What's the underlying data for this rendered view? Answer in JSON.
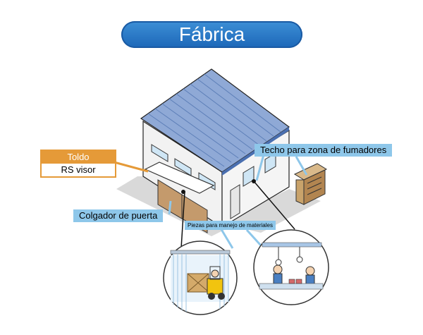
{
  "title": "Fábrica",
  "labels": {
    "toldo": "Toldo",
    "rs_visor": "RS visor",
    "techo": "Techo para zona de fumadores",
    "colgador": "Colgador de puerta",
    "piezas": "Piezas para manejo de materiales"
  },
  "colors": {
    "title_blue": "#1c67b8",
    "label_blue": "#8ec7ea",
    "toldo_orange": "#e59a38",
    "roof_blue": "#8fa9d6"
  }
}
